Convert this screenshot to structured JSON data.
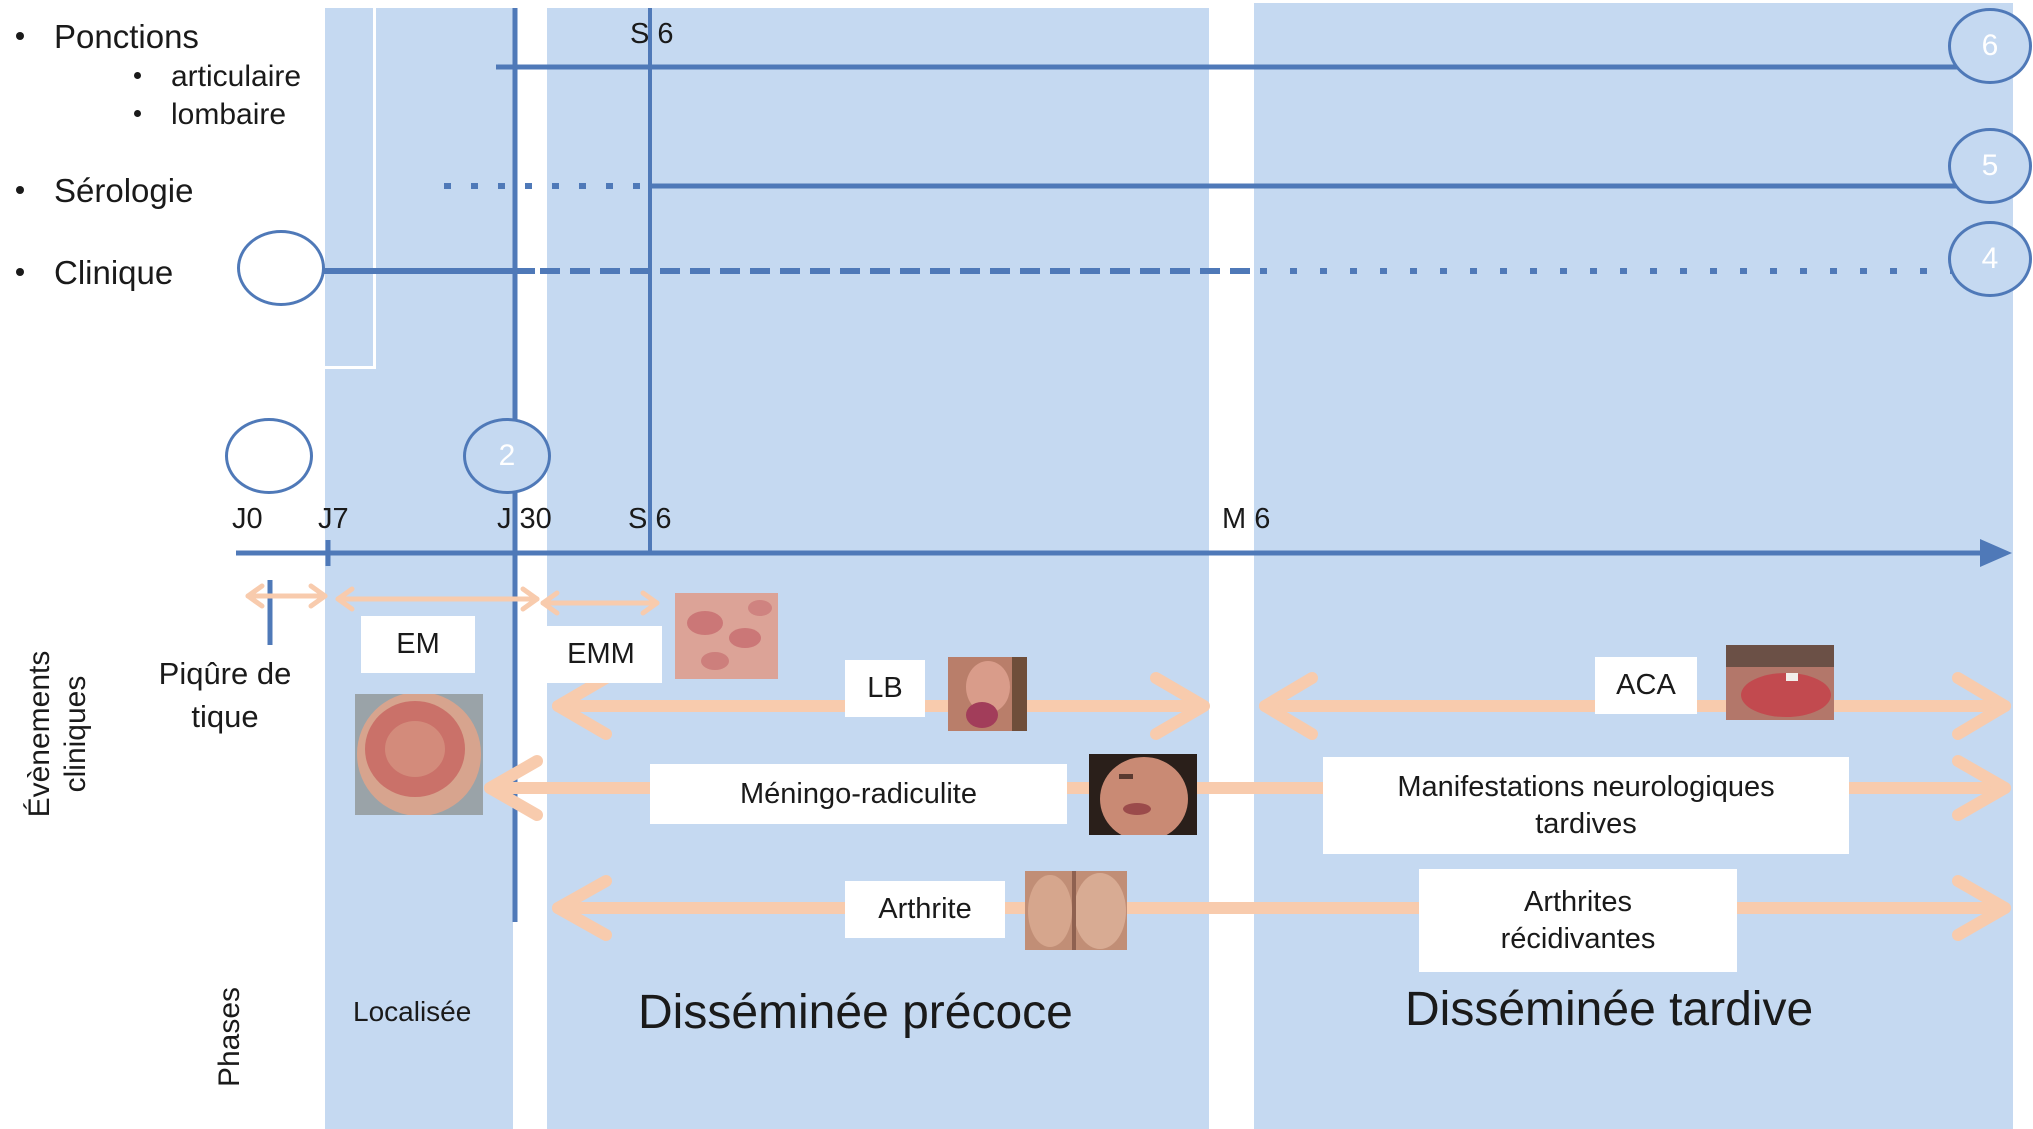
{
  "left_labels": {
    "ponctions": "Ponctions",
    "articulaire": "articulaire",
    "lombaire": "lombaire",
    "serologie": "Sérologie",
    "clinique": "Clinique"
  },
  "top_marker": "S 6",
  "circles": {
    "c1": "",
    "c2": "2",
    "c3": "",
    "c4": "4",
    "c5": "5",
    "c6": "6"
  },
  "timeline": {
    "ticks": [
      "J0",
      "J7",
      "J 30",
      "S 6",
      "M 6"
    ]
  },
  "side_labels": {
    "events": "Évènements cliniques",
    "events_line1": "Évènements",
    "events_line2": "cliniques",
    "phases": "Phases"
  },
  "events": {
    "piqure": "Piqûre de tique",
    "piqure_line1": "Piqûre de",
    "piqure_line2": "tique",
    "em": "EM",
    "emm": "EMM",
    "lb": "LB",
    "aca": "ACA",
    "meningo": "Méningo-radiculite",
    "manif": "Manifestations neurologiques tardives",
    "manif_line1": "Manifestations neurologiques",
    "manif_line2": "tardives",
    "arthrite": "Arthrite",
    "arthrites_rec": "Arthrites récidivantes",
    "arthrites_line1": "Arthrites",
    "arthrites_line2": "récidivantes"
  },
  "phases": {
    "localisee": "Localisée",
    "precoce": "Disséminée précoce",
    "tardive": "Disséminée tardive"
  },
  "colors": {
    "band": "#c5d9f1",
    "line": "#4f79b8",
    "arrow": "#f8cbad"
  }
}
